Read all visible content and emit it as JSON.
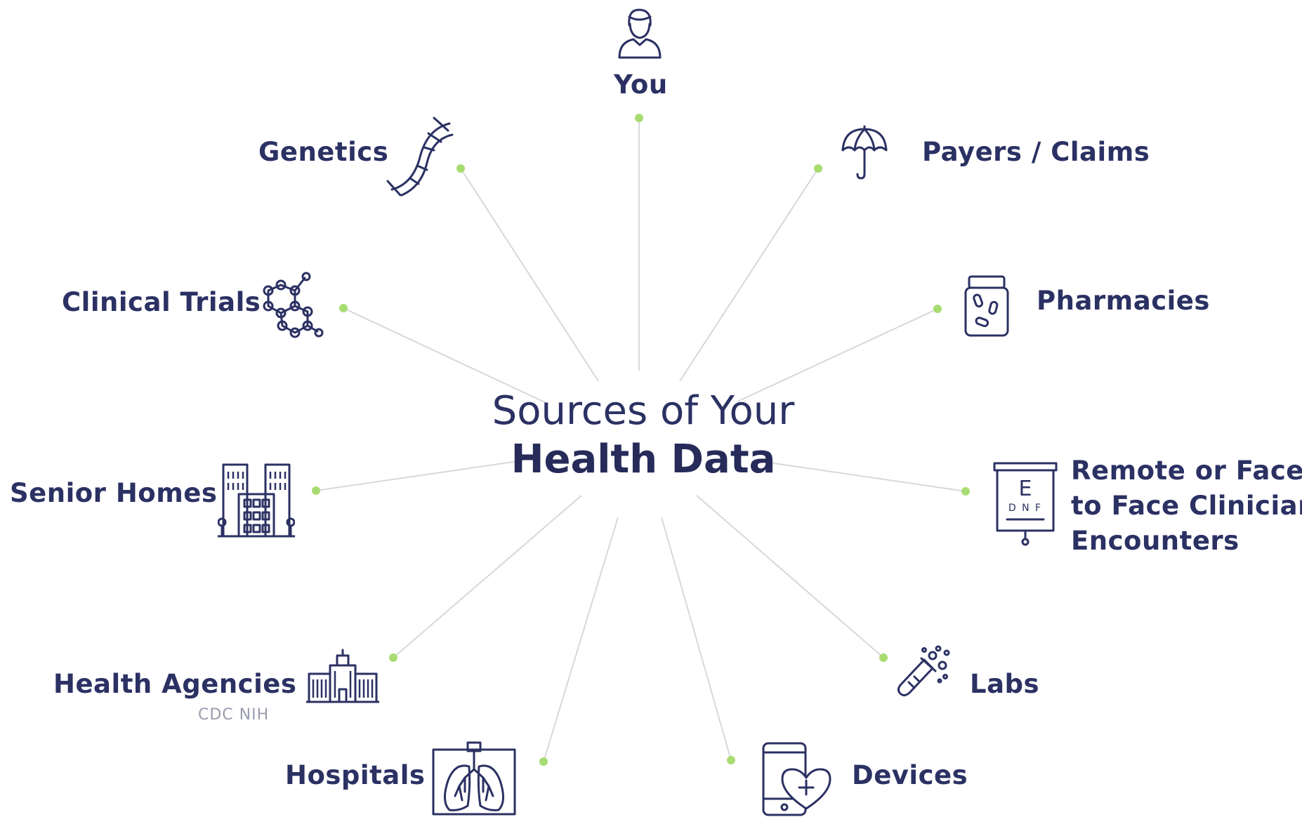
{
  "title_line1": "Sources of Your",
  "title_line2": "Health Data",
  "colors": {
    "text": "#2b3163",
    "connector": "#d7d8dc",
    "dot": "#a8dc72",
    "subtext": "#9a9cae"
  },
  "nodes": {
    "you": {
      "label": "You",
      "icon": "person-icon"
    },
    "genetics": {
      "label": "Genetics",
      "icon": "dna-icon"
    },
    "payers": {
      "label": "Payers / Claims",
      "icon": "umbrella-icon"
    },
    "clinical_trials": {
      "label": "Clinical Trials",
      "icon": "molecule-icon"
    },
    "pharmacies": {
      "label": "Pharmacies",
      "icon": "pill-bottle-icon"
    },
    "senior_homes": {
      "label": "Senior Homes",
      "icon": "buildings-icon"
    },
    "remote": {
      "label_lines": [
        "Remote or Face",
        "to Face Clinician",
        "Encounters"
      ],
      "icon": "eye-chart-icon",
      "chart_letter": "E",
      "chart_row": "D N F"
    },
    "health_agencies": {
      "label": "Health Agencies",
      "sub": "CDC  NIH",
      "icon": "government-building-icon"
    },
    "labs": {
      "label": "Labs",
      "icon": "test-tube-icon"
    },
    "hospitals": {
      "label": "Hospitals",
      "icon": "lungs-xray-icon"
    },
    "devices": {
      "label": "Devices",
      "icon": "tablet-heart-icon"
    }
  }
}
